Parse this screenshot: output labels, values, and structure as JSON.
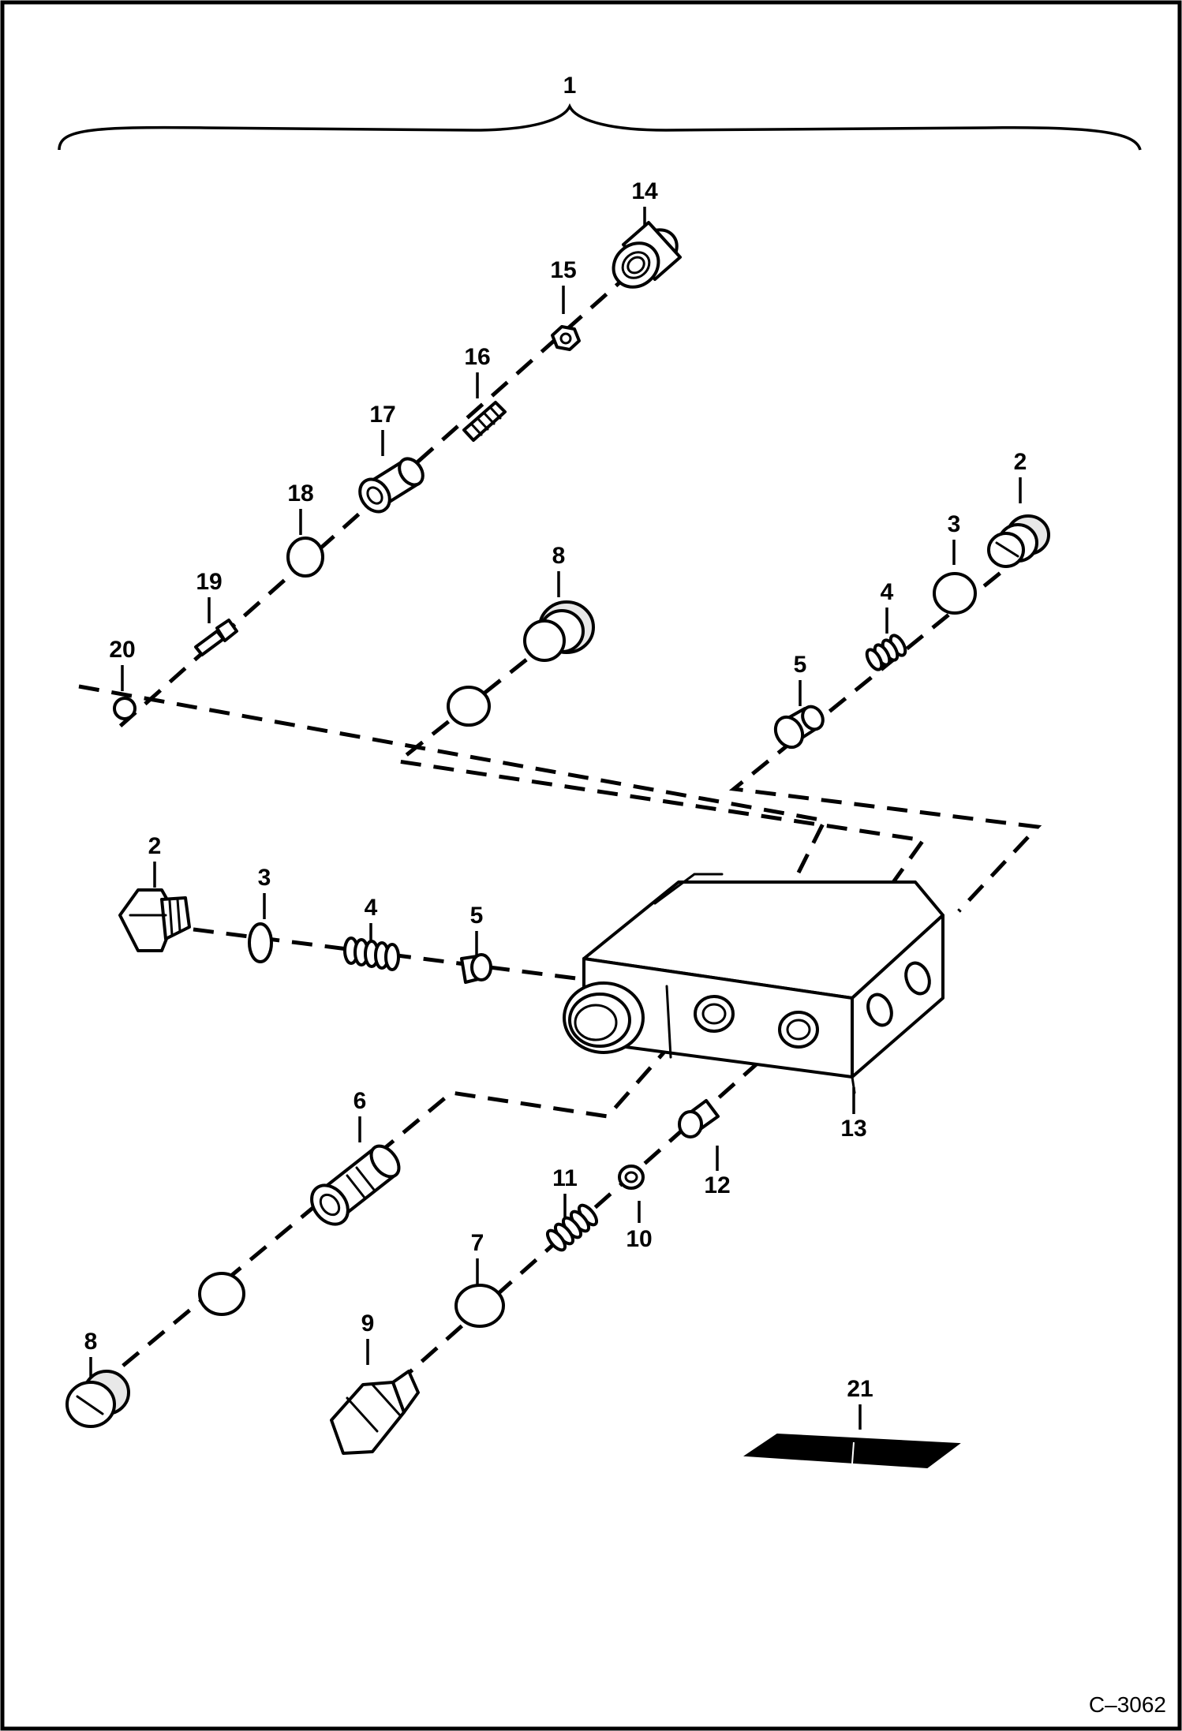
{
  "diagram": {
    "assembly_label": "1",
    "figure_code": "C–3062",
    "callouts": [
      "14",
      "15",
      "16",
      "17",
      "18",
      "19",
      "20",
      "8",
      "2",
      "3",
      "4",
      "5",
      "2",
      "3",
      "4",
      "5",
      "6",
      "13",
      "12",
      "11",
      "10",
      "7",
      "9",
      "8",
      "21"
    ]
  }
}
